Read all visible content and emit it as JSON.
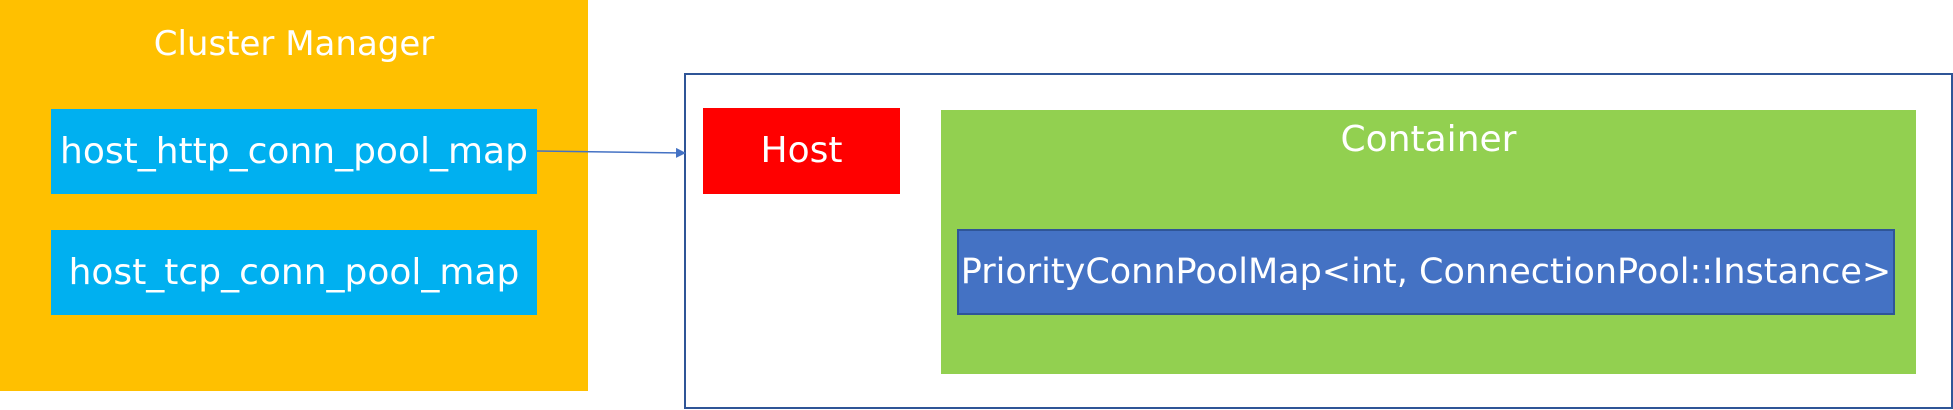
{
  "cluster_manager": {
    "title": "Cluster Manager",
    "maps": [
      "host_http_conn_pool_map",
      "host_tcp_conn_pool_map"
    ]
  },
  "host_panel": {
    "host_label": "Host",
    "container": {
      "title": "Container",
      "inner_label": "PriorityConnPoolMap<int, ConnectionPool::Instance>"
    }
  },
  "colors": {
    "cluster_bg": "#FFC000",
    "map_bg": "#00B0F0",
    "host_bg": "#FF0000",
    "container_bg": "#92D050",
    "inner_bg": "#4472C4",
    "panel_border": "#2F5597",
    "arrow": "#4472C4"
  }
}
